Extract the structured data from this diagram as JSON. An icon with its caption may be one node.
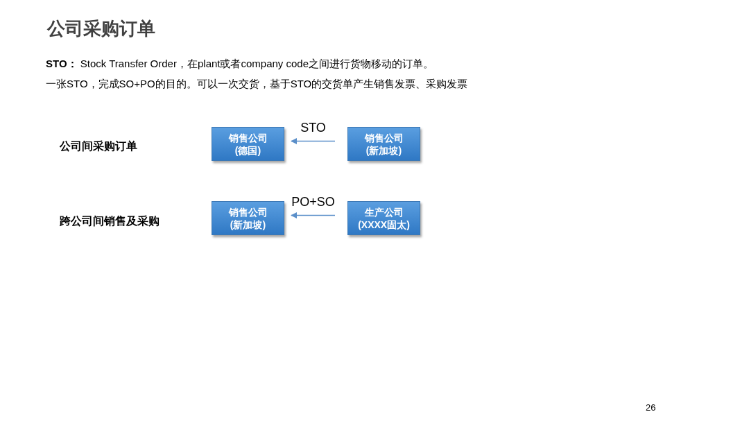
{
  "diagram": {
    "title": "公司采购订单",
    "nodes": [
      {
        "text": [
          "销售公司",
          "(德国)"
        ]
      },
      {
        "text": [
          "销售公司",
          "(新加坡)"
        ]
      },
      {
        "text": [
          "销售公司",
          "(新加坡)"
        ]
      },
      {
        "text": [
          "生产公司",
          "(XXXX固太)"
        ]
      }
    ],
    "edges": [
      {
        "from": 1,
        "to": 0,
        "arrow": "to",
        "label": "STO"
      },
      {
        "from": 3,
        "to": 2,
        "arrow": "to",
        "label": "PO+SO"
      }
    ],
    "labels": [
      "**STO：** Stock Transfer Order，在plant或者company code之间进行货物移动的订单。",
      "一张STO，完成SO+PO的目的。可以一次交货，基于STO的交货单产生销售发票、采购发票",
      "公司间采购订单",
      "跨公司间销售及采购",
      "26"
    ]
  }
}
